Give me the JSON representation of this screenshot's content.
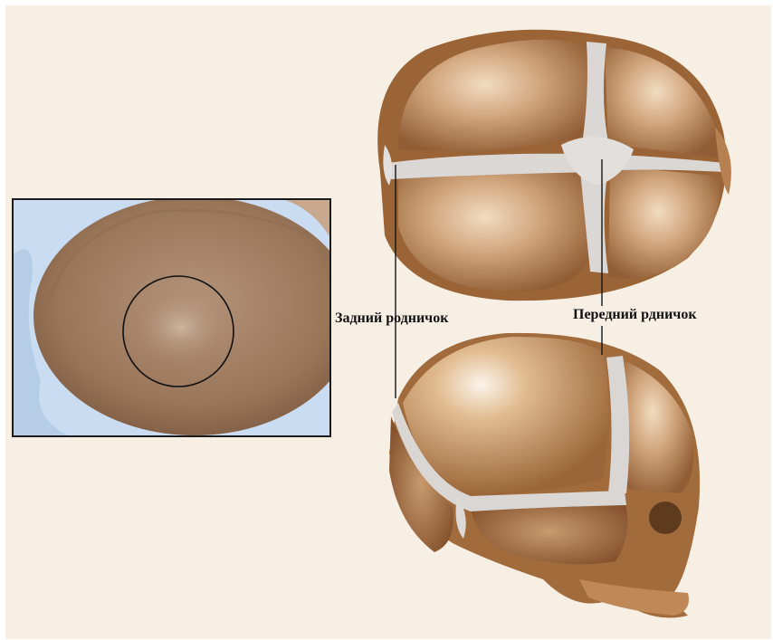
{
  "labels": {
    "posterior_fontanelle": "Задний родничок",
    "anterior_fontanelle": "Передний рдничок"
  },
  "colors": {
    "background": "#f8efe4",
    "bone": "#b27d52",
    "bone_light": "#e4c29b",
    "bone_dark": "#7a4c2a",
    "membrane": "#d9d6d4",
    "skin": "#9c7a5c",
    "blanket": "#c7dbf1",
    "outline": "#1b1b1b"
  },
  "icons": {
    "photo": "infant-head-photo",
    "marker": "circle-highlight",
    "skull_top": "skull-top-view-illustration",
    "skull_side": "skull-side-view-illustration"
  }
}
